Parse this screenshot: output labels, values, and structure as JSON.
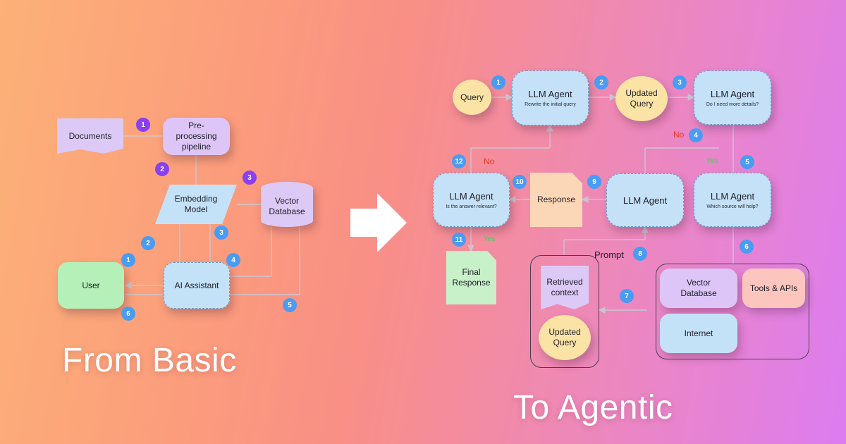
{
  "left": {
    "documents": "Documents",
    "preprocessing": "Pre-processing pipeline",
    "embedding": "Embedding Model",
    "vector_db": "Vector Database",
    "user": "User",
    "ai_assistant": "AI Assistant",
    "badges": [
      "1",
      "2",
      "3",
      "3",
      "2",
      "1",
      "4",
      "5",
      "6"
    ]
  },
  "right": {
    "query": "Query",
    "agent1_title": "LLM Agent",
    "agent1_sub": "Rewrite the initial query",
    "updated_query": "Updated Query",
    "agent2_title": "LLM Agent",
    "agent2_sub": "Do I need more details?",
    "agent3_title": "LLM Agent",
    "agent3_sub": "Is the answer relevant?",
    "response": "Response",
    "agent4_title": "LLM Agent",
    "agent5_title": "LLM Agent",
    "agent5_sub": "Which source will help?",
    "final_response": "Final Response",
    "retrieved_context": "Retrieved context",
    "updated_query_2": "Updated Query",
    "vector_db": "Vector Database",
    "tools": "Tools & APIs",
    "internet": "Internet",
    "prompt": "Prompt",
    "no_1": "No",
    "no_2": "No",
    "yes_1": "Yes",
    "yes_2": "Yes",
    "badges": [
      "1",
      "2",
      "3",
      "4",
      "5",
      "6",
      "7",
      "8",
      "9",
      "10",
      "11",
      "12"
    ]
  },
  "captions": {
    "from": "From Basic",
    "to": "To Agentic"
  },
  "colors": {
    "badge_purple": "#8a3ff3",
    "badge_blue": "#4a9cf3",
    "no_red": "#e83a25",
    "yes_green": "#56c766"
  }
}
